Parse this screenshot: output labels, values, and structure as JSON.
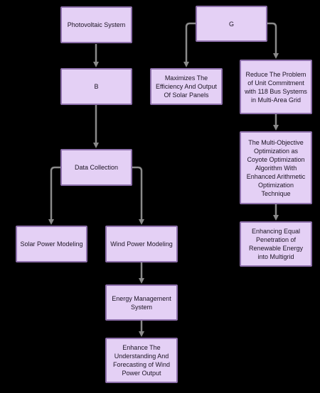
{
  "colors": {
    "node_fill": "#e4d0f5",
    "node_border": "#8f71ad",
    "edge": "#8a8a8a",
    "background": "#000000"
  },
  "nodes": {
    "photovoltaic": "Photovoltaic System",
    "b": "B",
    "data_collection": "Data Collection",
    "solar_modeling": "Solar Power Modeling",
    "wind_modeling": "Wind Power Modeling",
    "energy_management": "Energy Management System",
    "enhance_forecasting": "Enhance The Understanding And Forecasting of Wind Power Output",
    "g": "G",
    "maximize_efficiency": "Maximizes The Efficiency And Output Of Solar Panels",
    "reduce_problem": "Reduce The Problem of Unit Commitment with 118 Bus Systems in Multi-Area Grid",
    "coyote_optimization": "The Multi-Objective Optimization as Coyote Optimization Algorithm With Enhanced Arithmetic Optimization Technique",
    "equal_penetration": "Enhancing Equal Penetration of Renewable Energy into Multigrid"
  }
}
